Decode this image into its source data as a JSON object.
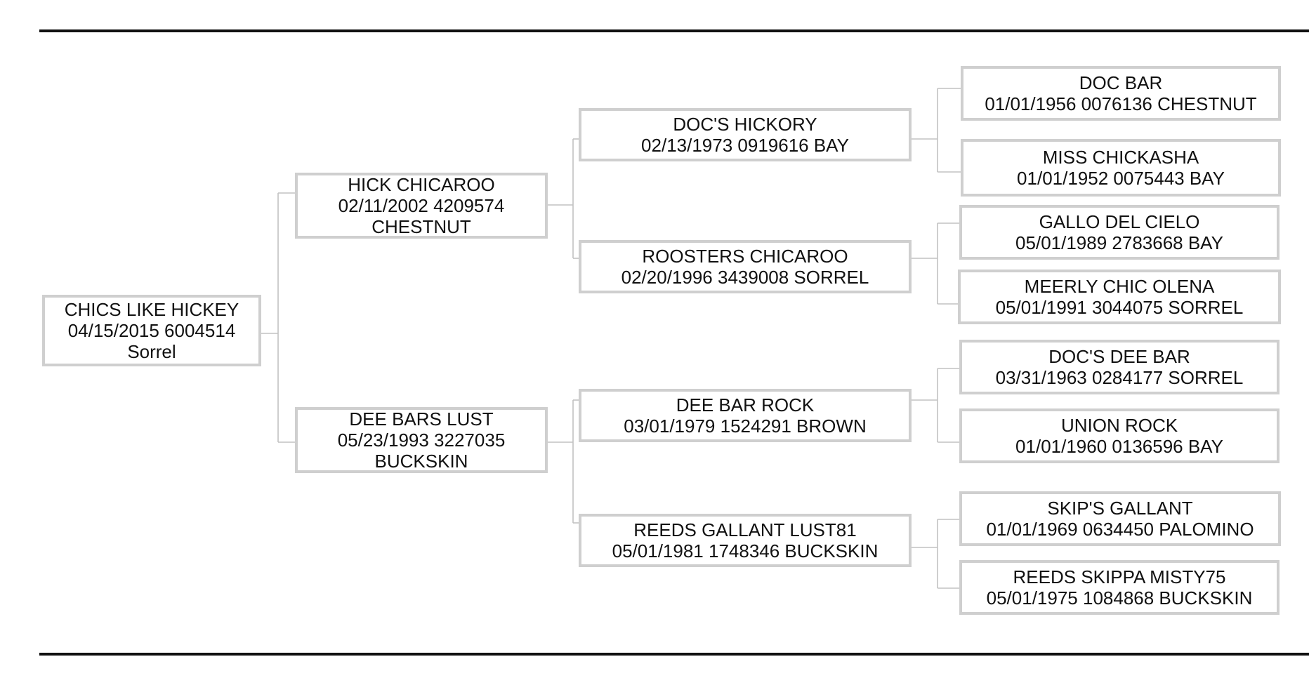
{
  "pedigree": {
    "subject": {
      "name": "CHICS LIKE HICKEY",
      "line2": "04/15/2015 6004514",
      "line3": "Sorrel"
    },
    "sire": {
      "name": "HICK CHICAROO",
      "line2": "02/11/2002 4209574",
      "line3": "CHESTNUT"
    },
    "dam": {
      "name": "DEE BARS LUST",
      "line2": "05/23/1993 3227035",
      "line3": "BUCKSKIN"
    },
    "sire_sire": {
      "name": "DOC'S HICKORY",
      "line2": "02/13/1973 0919616 BAY"
    },
    "sire_dam": {
      "name": "ROOSTERS CHICAROO",
      "line2": "02/20/1996 3439008 SORREL"
    },
    "dam_sire": {
      "name": "DEE BAR ROCK",
      "line2": "03/01/1979 1524291 BROWN"
    },
    "dam_dam": {
      "name": "REEDS GALLANT LUST81",
      "line2": "05/01/1981 1748346 BUCKSKIN"
    },
    "sire_sire_sire": {
      "name": "DOC BAR",
      "line2": "01/01/1956 0076136 CHESTNUT"
    },
    "sire_sire_dam": {
      "name": "MISS CHICKASHA",
      "line2": "01/01/1952 0075443 BAY"
    },
    "sire_dam_sire": {
      "name": "GALLO DEL CIELO",
      "line2": "05/01/1989 2783668 BAY"
    },
    "sire_dam_dam": {
      "name": "MEERLY CHIC OLENA",
      "line2": "05/01/1991 3044075 SORREL"
    },
    "dam_sire_sire": {
      "name": "DOC'S DEE BAR",
      "line2": "03/31/1963 0284177 SORREL"
    },
    "dam_sire_dam": {
      "name": "UNION ROCK",
      "line2": "01/01/1960 0136596 BAY"
    },
    "dam_dam_sire": {
      "name": "SKIP'S GALLANT",
      "line2": "01/01/1969 0634450 PALOMINO"
    },
    "dam_dam_dam": {
      "name": "REEDS SKIPPA MISTY75",
      "line2": "05/01/1975 1084868 BUCKSKIN"
    }
  }
}
